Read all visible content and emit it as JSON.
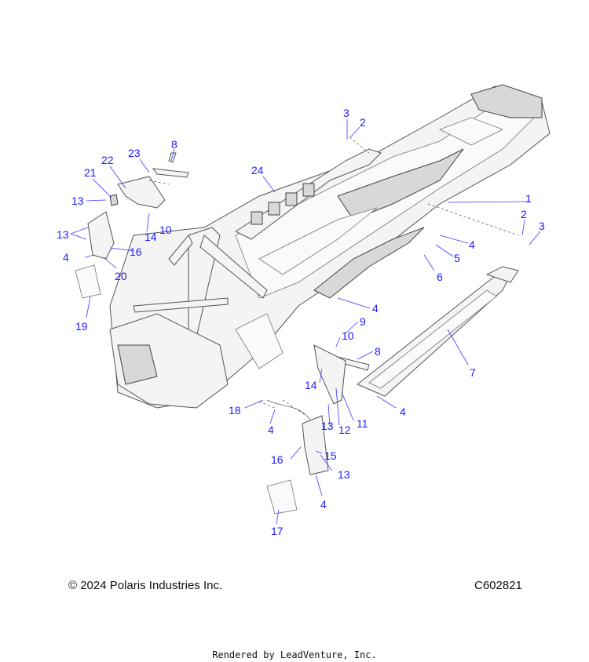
{
  "diagram": {
    "callouts": [
      {
        "id": "c1",
        "text": "1"
      },
      {
        "id": "c2a",
        "text": "2"
      },
      {
        "id": "c3a",
        "text": "3"
      },
      {
        "id": "c2b",
        "text": "2"
      },
      {
        "id": "c3b",
        "text": "3"
      },
      {
        "id": "c4a",
        "text": "4"
      },
      {
        "id": "c4b",
        "text": "4"
      },
      {
        "id": "c4c",
        "text": "4"
      },
      {
        "id": "c4d",
        "text": "4"
      },
      {
        "id": "c4e",
        "text": "4"
      },
      {
        "id": "c4f",
        "text": "4"
      },
      {
        "id": "c5",
        "text": "5"
      },
      {
        "id": "c6",
        "text": "6"
      },
      {
        "id": "c7",
        "text": "7"
      },
      {
        "id": "c8a",
        "text": "8"
      },
      {
        "id": "c8b",
        "text": "8"
      },
      {
        "id": "c9",
        "text": "9"
      },
      {
        "id": "c10a",
        "text": "10"
      },
      {
        "id": "c10b",
        "text": "10"
      },
      {
        "id": "c11",
        "text": "11"
      },
      {
        "id": "c12",
        "text": "12"
      },
      {
        "id": "c13a",
        "text": "13"
      },
      {
        "id": "c13b",
        "text": "13"
      },
      {
        "id": "c13c",
        "text": "13"
      },
      {
        "id": "c13d",
        "text": "13"
      },
      {
        "id": "c14a",
        "text": "14"
      },
      {
        "id": "c14b",
        "text": "14"
      },
      {
        "id": "c15",
        "text": "15"
      },
      {
        "id": "c16a",
        "text": "16"
      },
      {
        "id": "c16b",
        "text": "16"
      },
      {
        "id": "c17",
        "text": "17"
      },
      {
        "id": "c18",
        "text": "18"
      },
      {
        "id": "c19",
        "text": "19"
      },
      {
        "id": "c20",
        "text": "20"
      },
      {
        "id": "c21",
        "text": "21"
      },
      {
        "id": "c22",
        "text": "22"
      },
      {
        "id": "c23",
        "text": "23"
      },
      {
        "id": "c24",
        "text": "24"
      }
    ]
  },
  "footer": {
    "copyright": "© 2024 Polaris Industries Inc.",
    "drawing_code": "C602821",
    "rendered_by": "Rendered by LeadVenture, Inc."
  },
  "colors": {
    "callout": "#1a1aff",
    "line_art": "#555555",
    "background": "#ffffff"
  }
}
